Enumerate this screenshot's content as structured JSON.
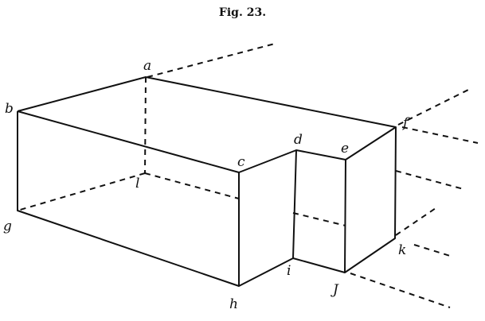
{
  "figure": {
    "title": "Fig. 23.",
    "labels": {
      "a": "a",
      "b": "b",
      "c": "c",
      "d": "d",
      "e": "e",
      "f": "f",
      "l": "l",
      "g": "g",
      "h": "h",
      "i": "i",
      "j": "J",
      "k": "k"
    }
  }
}
